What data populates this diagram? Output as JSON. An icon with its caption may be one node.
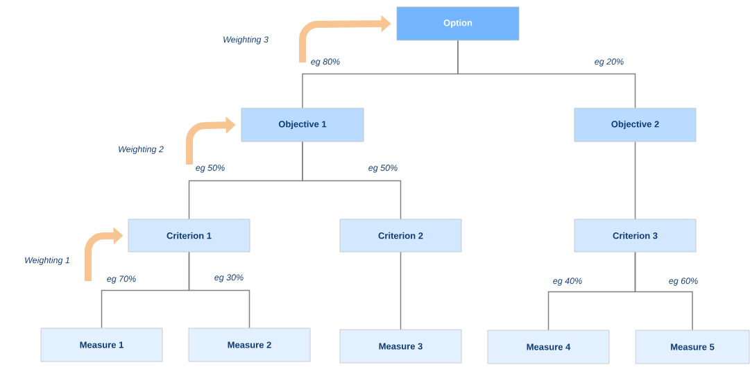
{
  "diagram": {
    "nodes": [
      {
        "text": [
          "Option"
        ]
      },
      {
        "text": [
          "Objective 1"
        ]
      },
      {
        "text": [
          "Objective 2"
        ]
      },
      {
        "text": [
          "Criterion 1"
        ]
      },
      {
        "text": [
          "Criterion 2"
        ]
      },
      {
        "text": [
          "Criterion 3"
        ]
      },
      {
        "text": [
          "Measure 1"
        ]
      },
      {
        "text": [
          "Measure 2"
        ]
      },
      {
        "text": [
          "Measure 3"
        ]
      },
      {
        "text": [
          "Measure 4"
        ]
      },
      {
        "text": [
          "Measure 5"
        ]
      }
    ],
    "edges": [
      {
        "from": 0,
        "to": 1,
        "arrow": "none",
        "label": "eg 80%"
      },
      {
        "from": 0,
        "to": 2,
        "arrow": "none",
        "label": "eg 20%"
      },
      {
        "from": 1,
        "to": 3,
        "arrow": "none",
        "label": "eg 50%"
      },
      {
        "from": 1,
        "to": 4,
        "arrow": "none",
        "label": "eg 50%"
      },
      {
        "from": 2,
        "to": 5,
        "arrow": "none"
      },
      {
        "from": 3,
        "to": 6,
        "arrow": "none",
        "label": "eg 70%"
      },
      {
        "from": 3,
        "to": 7,
        "arrow": "none",
        "label": "eg 30%"
      },
      {
        "from": 4,
        "to": 8,
        "arrow": "none"
      },
      {
        "from": 5,
        "to": 9,
        "arrow": "none",
        "label": "eg 40%"
      },
      {
        "from": 5,
        "to": 10,
        "arrow": "none",
        "label": "eg 60%"
      },
      {
        "from": null,
        "to": 0,
        "arrow": "to",
        "label": "Weighting 3",
        "style": "thick",
        "color": "#f8c492"
      },
      {
        "from": null,
        "to": 1,
        "arrow": "to",
        "label": "Weighting 2",
        "style": "thick",
        "color": "#f8c492"
      },
      {
        "from": null,
        "to": 3,
        "arrow": "to",
        "label": "Weighting 1",
        "style": "thick",
        "color": "#f8c492"
      }
    ]
  }
}
